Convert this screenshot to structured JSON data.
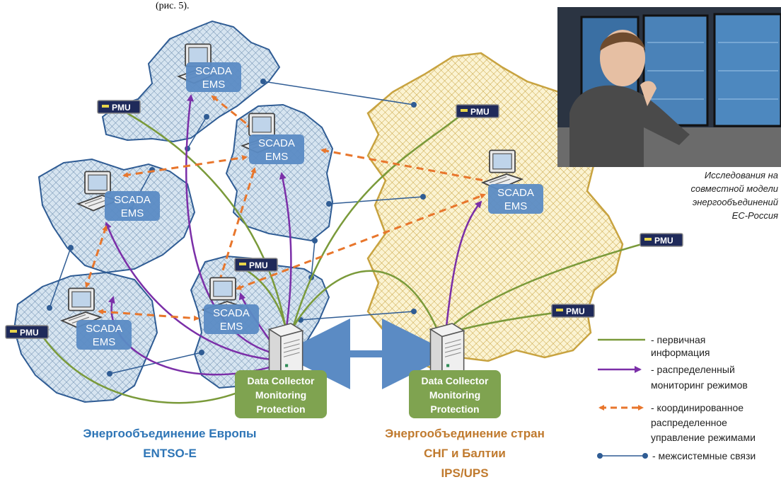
{
  "header_fragment": "(рис. 5).",
  "scada_label_1": "SCADA",
  "scada_label_2": "EMS",
  "pmu_label": "PMU",
  "dc_lines": [
    "Data Collector",
    "Monitoring",
    "Protection"
  ],
  "europe": {
    "title_line1": "Энергообъединение  Европы",
    "title_line2": "ENTSO-E"
  },
  "cis": {
    "title_line1": "Энергообъединение  стран",
    "title_line2": "СНГ и Балтии",
    "title_line3": "IPS/UPS"
  },
  "photo_caption": [
    "Исследования на",
    "совместной модели",
    "энергообъединений",
    "ЕС-Россия"
  ],
  "legend": {
    "primary": [
      "- первичная",
      "информация"
    ],
    "monitoring": [
      "- распределенный",
      "мониторинг режимов"
    ],
    "coordinated": [
      "- координированное",
      "распределенное",
      "управление режимами"
    ],
    "tie": [
      "- межсистемные  связи"
    ]
  },
  "colors": {
    "primary_line": "#7A9A3A",
    "monitoring_line": "#7B2FA8",
    "coordinated_line": "#E8762C",
    "tie_line": "#2F5C94",
    "scada_box": "#5B8BC4",
    "data_collector": "#7FA350",
    "europe_fill": "#BFD3E6",
    "cis_fill": "#F3E6B8",
    "cis_border": "#C8A340"
  }
}
